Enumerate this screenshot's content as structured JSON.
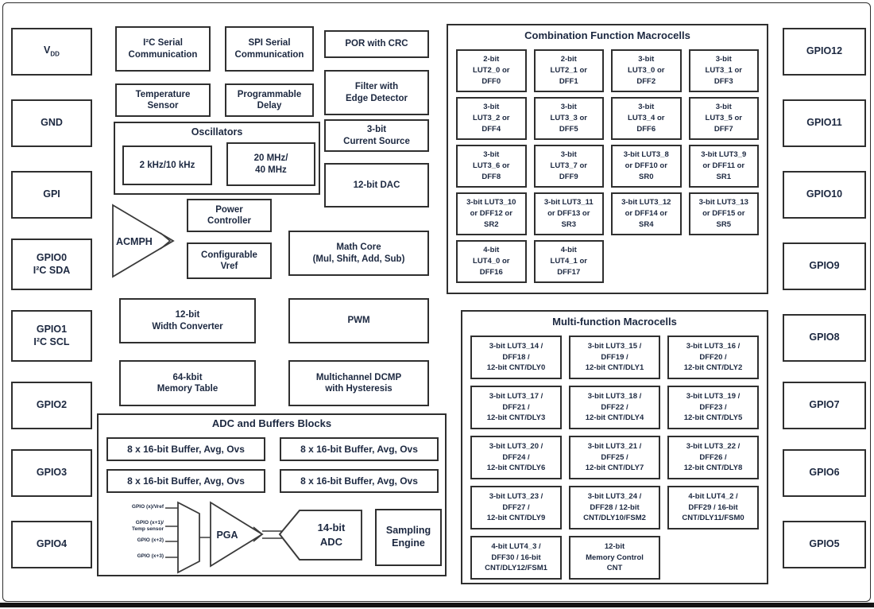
{
  "colors": {
    "text": "#1c2840",
    "border": "#2f2f2f",
    "background": "#ffffff",
    "bottom_bar": "#141414"
  },
  "pins": {
    "left": [
      {
        "main": "V",
        "sub": "DD"
      },
      {
        "lines": [
          "GND"
        ]
      },
      {
        "lines": [
          "GPI"
        ]
      },
      {
        "lines": [
          "GPIO0",
          "I²C SDA"
        ]
      },
      {
        "lines": [
          "GPIO1",
          "I²C SCL"
        ]
      },
      {
        "lines": [
          "GPIO2"
        ]
      },
      {
        "lines": [
          "GPIO3"
        ]
      },
      {
        "lines": [
          "GPIO4"
        ]
      }
    ],
    "right": [
      {
        "lines": [
          "GPIO12"
        ]
      },
      {
        "lines": [
          "GPIO11"
        ]
      },
      {
        "lines": [
          "GPIO10"
        ]
      },
      {
        "lines": [
          "GPIO9"
        ]
      },
      {
        "lines": [
          "GPIO8"
        ]
      },
      {
        "lines": [
          "GPIO7"
        ]
      },
      {
        "lines": [
          "GPIO6"
        ]
      },
      {
        "lines": [
          "GPIO5"
        ]
      }
    ]
  },
  "blocks": {
    "i2c": [
      "I²C Serial",
      "Communication"
    ],
    "spi": [
      "SPI Serial",
      "Communication"
    ],
    "por": [
      "POR with CRC"
    ],
    "temp": [
      "Temperature",
      "Sensor"
    ],
    "delay": [
      "Programmable",
      "Delay"
    ],
    "filter": [
      "Filter with",
      "Edge Detector"
    ],
    "osc_title": "Oscillators",
    "osc_low": [
      "2 kHz/10 kHz"
    ],
    "osc_high": [
      "20 MHz/",
      "40 MHz"
    ],
    "current": [
      "3-bit",
      "Current Source"
    ],
    "dac": [
      "12-bit DAC"
    ],
    "acmph": "ACMPH",
    "power": [
      "Power",
      "Controller"
    ],
    "vref": [
      "Configurable",
      "Vref"
    ],
    "math": [
      "Math Core",
      "(Mul, Shift, Add, Sub)"
    ],
    "width_conv": [
      "12-bit",
      "Width Converter"
    ],
    "pwm": [
      "PWM"
    ],
    "memory": [
      "64-kbit",
      "Memory Table"
    ],
    "dcmp": [
      "Multichannel DCMP",
      "with Hysteresis"
    ]
  },
  "adc": {
    "title": "ADC and Buffers Blocks",
    "buffers": [
      "8 x 16-bit Buffer, Avg, Ovs",
      "8 x 16-bit Buffer, Avg, Ovs",
      "8 x 16-bit Buffer, Avg, Ovs",
      "8 x 16-bit Buffer, Avg, Ovs"
    ],
    "inputs": [
      [
        "GPIO (x)/Vref"
      ],
      [
        "GPIO (x+1)/",
        "Temp sensor"
      ],
      [
        "GPIO (x+2)"
      ],
      [
        "GPIO (x+3)"
      ]
    ],
    "pga": "PGA",
    "adc_label": [
      "14-bit",
      "ADC"
    ],
    "sampling": [
      "Sampling",
      "Engine"
    ]
  },
  "combo": {
    "title": "Combination Function Macrocells",
    "cells": [
      [
        "2-bit",
        "LUT2_0 or",
        "DFF0"
      ],
      [
        "2-bit",
        "LUT2_1 or",
        "DFF1"
      ],
      [
        "3-bit",
        "LUT3_0 or",
        "DFF2"
      ],
      [
        "3-bit",
        "LUT3_1 or",
        "DFF3"
      ],
      [
        "3-bit",
        "LUT3_2 or",
        "DFF4"
      ],
      [
        "3-bit",
        "LUT3_3 or",
        "DFF5"
      ],
      [
        "3-bit",
        "LUT3_4 or",
        "DFF6"
      ],
      [
        "3-bit",
        "LUT3_5 or",
        "DFF7"
      ],
      [
        "3-bit",
        "LUT3_6 or",
        "DFF8"
      ],
      [
        "3-bit",
        "LUT3_7 or",
        "DFF9"
      ],
      [
        "3-bit LUT3_8",
        "or DFF10 or",
        "SR0"
      ],
      [
        "3-bit LUT3_9",
        "or DFF11 or",
        "SR1"
      ],
      [
        "3-bit LUT3_10",
        "or DFF12 or",
        "SR2"
      ],
      [
        "3-bit LUT3_11",
        "or DFF13 or",
        "SR3"
      ],
      [
        "3-bit LUT3_12",
        "or DFF14 or",
        "SR4"
      ],
      [
        "3-bit LUT3_13",
        "or DFF15 or",
        "SR5"
      ],
      [
        "4-bit",
        "LUT4_0 or",
        "DFF16"
      ],
      [
        "4-bit",
        "LUT4_1 or",
        "DFF17"
      ]
    ]
  },
  "mfm": {
    "title": "Multi-function Macrocells",
    "cells": [
      [
        "3-bit LUT3_14 /",
        "DFF18 /",
        "12-bit CNT/DLY0"
      ],
      [
        "3-bit LUT3_15 /",
        "DFF19 /",
        "12-bit CNT/DLY1"
      ],
      [
        "3-bit LUT3_16 /",
        "DFF20 /",
        "12-bit CNT/DLY2"
      ],
      [
        "3-bit LUT3_17 /",
        "DFF21 /",
        "12-bit CNT/DLY3"
      ],
      [
        "3-bit LUT3_18 /",
        "DFF22 /",
        "12-bit CNT/DLY4"
      ],
      [
        "3-bit LUT3_19 /",
        "DFF23 /",
        "12-bit CNT/DLY5"
      ],
      [
        "3-bit LUT3_20 /",
        "DFF24 /",
        "12-bit CNT/DLY6"
      ],
      [
        "3-bit LUT3_21 /",
        "DFF25 /",
        "12-bit CNT/DLY7"
      ],
      [
        "3-bit LUT3_22 /",
        "DFF26 /",
        "12-bit CNT/DLY8"
      ],
      [
        "3-bit LUT3_23 /",
        "DFF27 /",
        "12-bit CNT/DLY9"
      ],
      [
        "3-bit LUT3_24 /",
        "DFF28 / 12-bit",
        "CNT/DLY10/FSM2"
      ],
      [
        "4-bit LUT4_2 /",
        "DFF29 / 16-bit",
        "CNT/DLY11/FSM0"
      ],
      [
        "4-bit LUT4_3 /",
        "DFF30 / 16-bit",
        "CNT/DLY12/FSM1"
      ],
      [
        "12-bit",
        "Memory Control",
        "CNT"
      ]
    ]
  }
}
